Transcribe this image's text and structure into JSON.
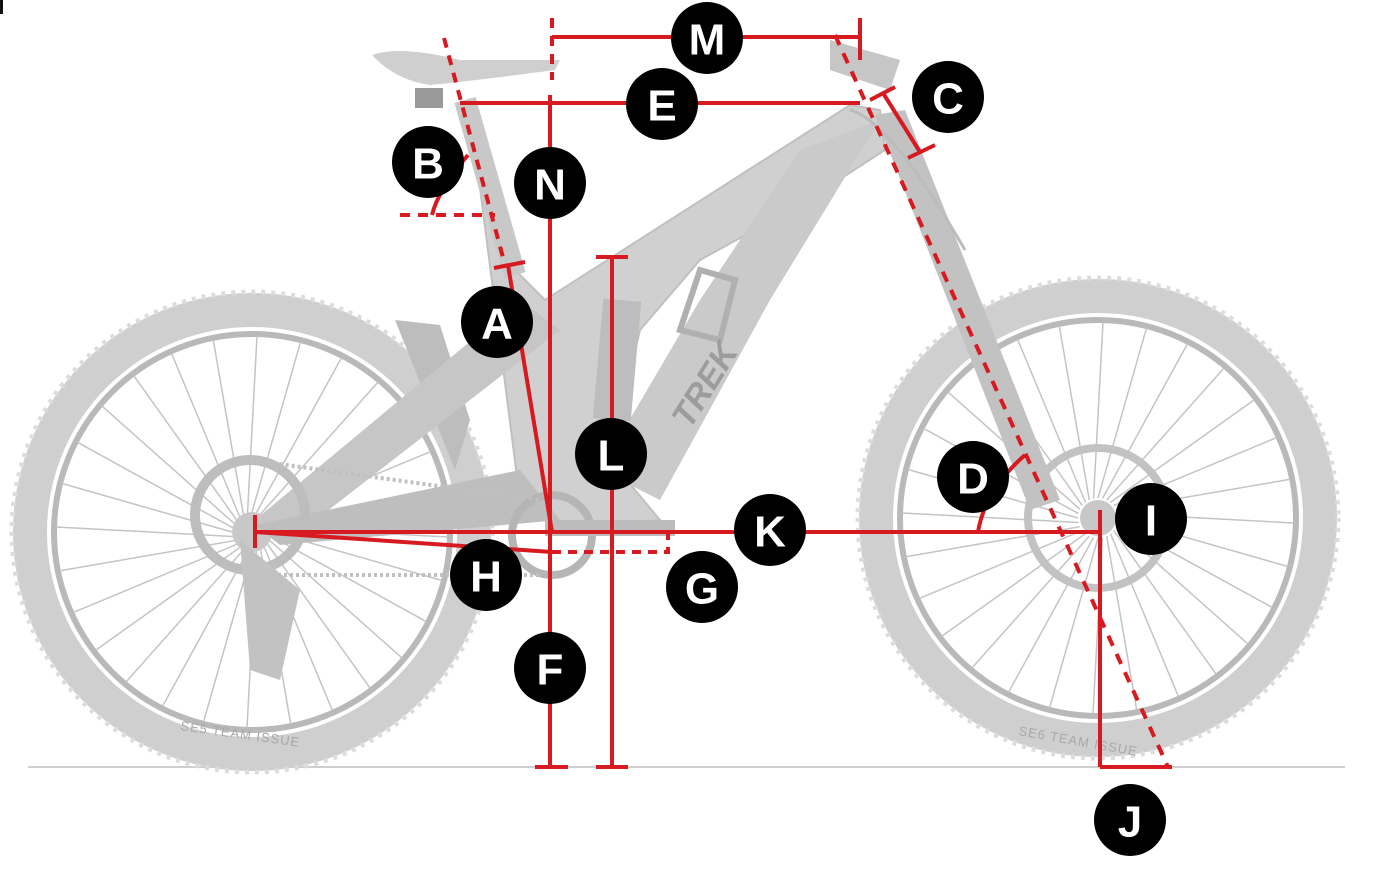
{
  "markers": [
    "A",
    "B",
    "C",
    "D",
    "E",
    "F",
    "G",
    "H",
    "I",
    "J",
    "K",
    "L",
    "M",
    "N"
  ],
  "tyres": {
    "rear_text": "SE5 TEAM ISSUE",
    "front_text": "SE6 TEAM ISSUE"
  },
  "frame_logo": "TREK",
  "colors": {
    "measure": "#d71920",
    "marker": "#000000",
    "bike": "#c9c9c9",
    "ground": "#cfcfcf"
  }
}
